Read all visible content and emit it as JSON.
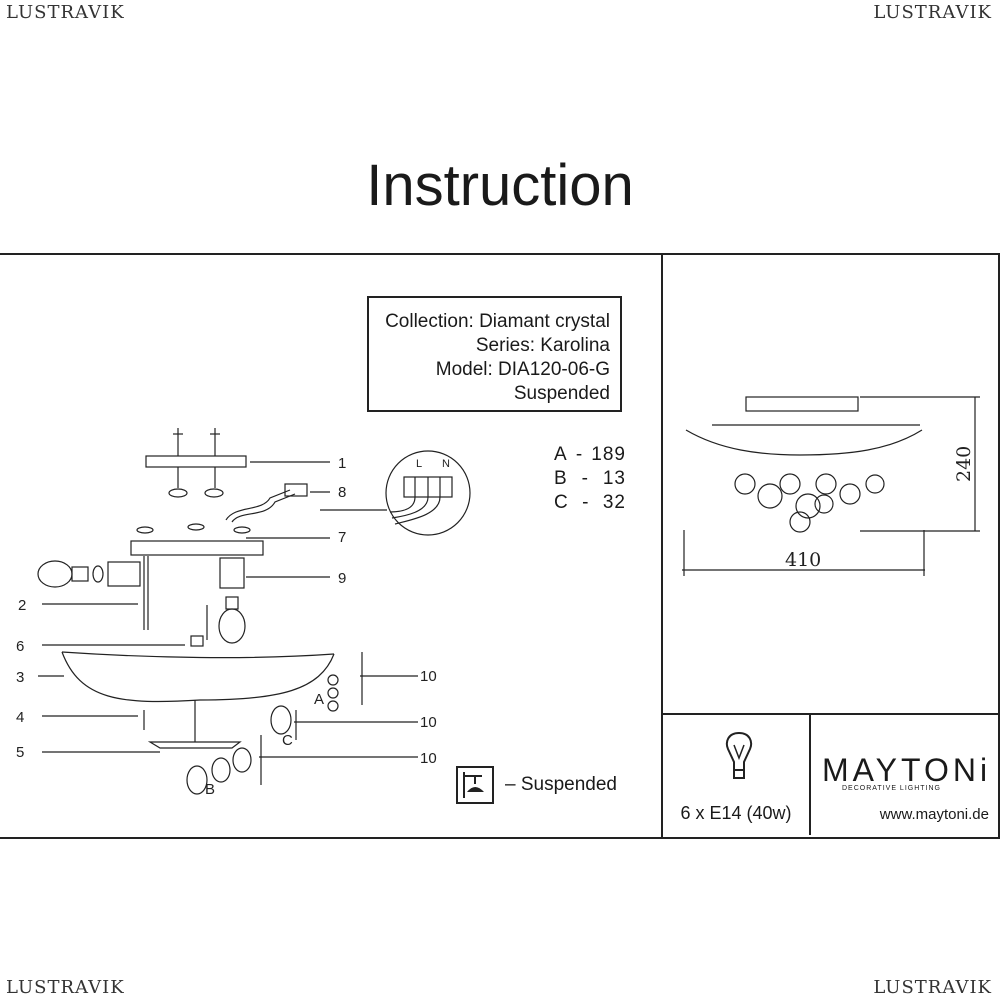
{
  "watermark": "LUSTRAVIK",
  "title": "Instruction",
  "info": {
    "collection": "Collection: Diamant crystal",
    "series": "Series: Karolina",
    "model": "Model: DIA120-06-G",
    "type": "Suspended"
  },
  "parts": [
    {
      "letter": "A",
      "sep": "-",
      "count": "189"
    },
    {
      "letter": "B",
      "sep": "-",
      "count": "13"
    },
    {
      "letter": "C",
      "sep": "-",
      "count": "32"
    }
  ],
  "callouts": [
    "1",
    "2",
    "3",
    "4",
    "5",
    "6",
    "7",
    "8",
    "9",
    "10",
    "10",
    "10"
  ],
  "crystal_labels": [
    "A",
    "B",
    "C"
  ],
  "terminal_labels": [
    "L",
    "N"
  ],
  "suspended_label": "– Suspended",
  "dimensions": {
    "width": "410",
    "height": "240"
  },
  "lamp": "6 x E14 (40w)",
  "brand": {
    "name": "MAYTONi",
    "subtitle": "DECORATIVE LIGHTING",
    "url": "www.maytoni.de"
  }
}
